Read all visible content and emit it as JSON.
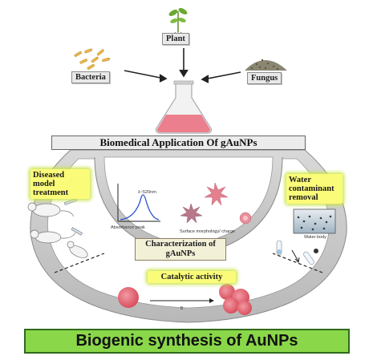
{
  "sources": {
    "plant": "Plant",
    "bacteria": "Bacteria",
    "fungus": "Fungus"
  },
  "title": "Biomedical Application  Of gAuNPs",
  "panels": {
    "diseased": "Diseased model treatment",
    "water": "Water contaminant removal",
    "characterization": "Characterization of gAuNPs",
    "catalytic": "Catalytic activity"
  },
  "annotations": {
    "lambda": "λ~520nm",
    "absorbance": "Absorbance peak",
    "surface": "Surface morphology/ charge",
    "water_body": "Water body"
  },
  "banner": "Biogenic synthesis of AuNPs",
  "colors": {
    "banner_green": "#8ad74a",
    "highlight_yellow": "#fbfb7a",
    "nanoparticle_pink": "#e35d6a"
  }
}
